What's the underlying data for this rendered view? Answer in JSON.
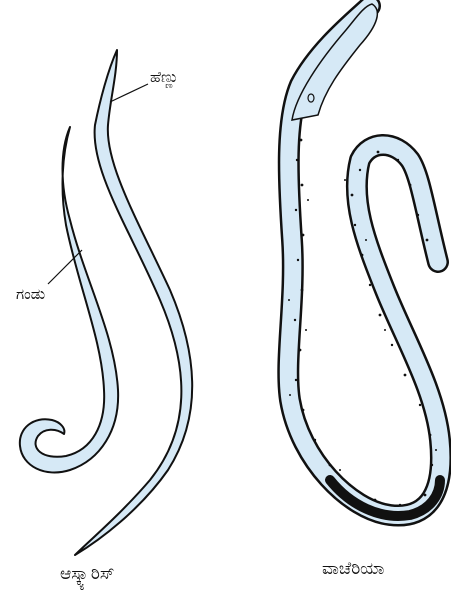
{
  "labels": {
    "female": "ಹೆಣ್ಣು",
    "male": "ಗಂಡು",
    "ascaris": "ಆಸ್ಕ್ಯಾರಿಸ್",
    "wuchereria": "ವಾಚೆರಿಯಾ"
  },
  "colors": {
    "worm_fill": "#d6e9f6",
    "outline": "#111111",
    "background": "#ffffff"
  }
}
